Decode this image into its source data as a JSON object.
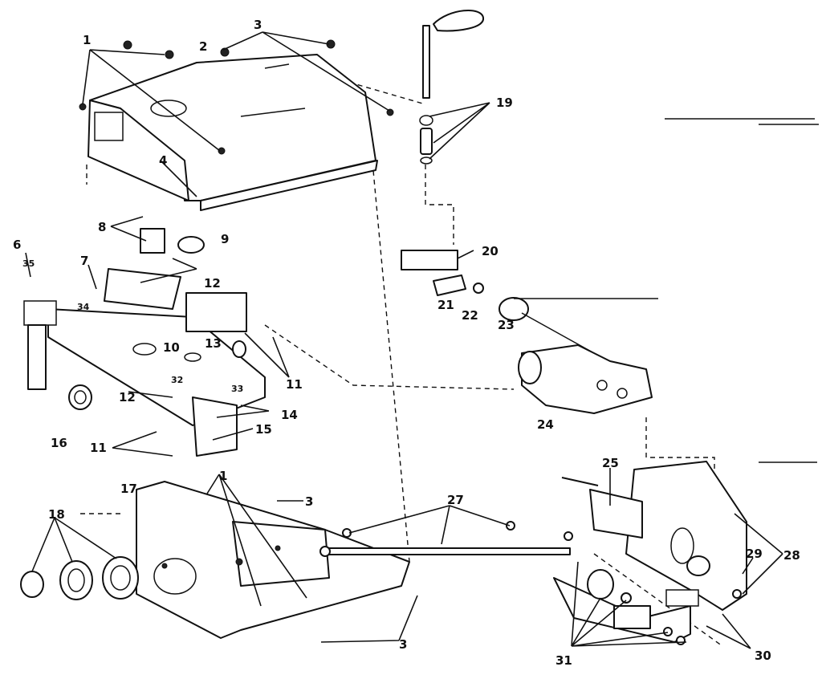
{
  "callouts": {
    "c1_top": "1",
    "c2": "2",
    "c3_top": "3",
    "c4": "4",
    "c6": "6",
    "c7": "7",
    "c8": "8",
    "c9": "9",
    "c10": "10",
    "c11_right": "11",
    "c11_left": "11",
    "c12_top": "12",
    "c12_bottom": "12",
    "c13": "13",
    "c14": "14",
    "c15": "15",
    "c16": "16",
    "c17": "17",
    "c18": "18",
    "c19": "19",
    "c20": "20",
    "c21": "21",
    "c22": "22",
    "c23": "23",
    "c24": "24",
    "c25": "25",
    "c27": "27",
    "c28": "28",
    "c29": "29",
    "c30": "30",
    "c31": "31",
    "c32": "32",
    "c33": "33",
    "c34": "34",
    "c35": "35",
    "c1_lower": "1",
    "c3_lower": "3",
    "c3_bottom": "3"
  }
}
